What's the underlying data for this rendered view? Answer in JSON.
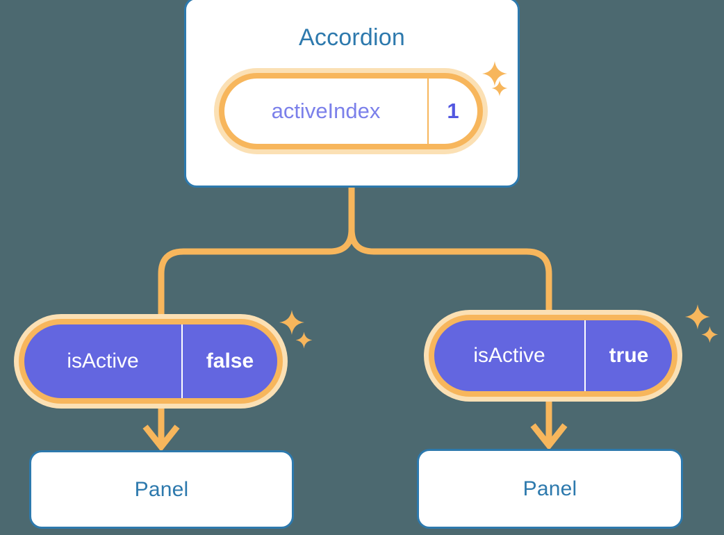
{
  "theme": {
    "background": "#4c6970",
    "card_border": "#2d79ad",
    "card_title": "#2d79ad",
    "card_fill": "#ffffff",
    "wire": "#f7b65c",
    "ring_solid": "#f7b65c",
    "ring_halo": "#fbe0b4",
    "pill_fill": "#6366e0",
    "pill_key_text_light": "#7b80ea",
    "pill_value_text_light": "#5257e0",
    "pill_text_on_fill": "#ffffff",
    "sparkle": "#f7b65c"
  },
  "diagram": {
    "type": "component-state-tree",
    "root": {
      "name": "parent-card",
      "title": "Accordion",
      "state_pill": {
        "key": "activeIndex",
        "value": "1",
        "style": "hollow",
        "highlighted": true
      }
    },
    "children": [
      {
        "name": "branch-left",
        "prop_pill": {
          "key": "isActive",
          "value": "false",
          "style": "filled",
          "highlighted": true
        },
        "panel": {
          "title": "Panel"
        }
      },
      {
        "name": "branch-right",
        "prop_pill": {
          "key": "isActive",
          "value": "true",
          "style": "filled",
          "highlighted": true
        },
        "panel": {
          "title": "Panel"
        }
      }
    ],
    "connectors": [
      {
        "name": "root-to-fork",
        "kind": "line"
      },
      {
        "name": "fork-to-left-pill",
        "kind": "elbow"
      },
      {
        "name": "fork-to-right-pill",
        "kind": "elbow"
      },
      {
        "name": "left-pill-to-panel",
        "kind": "arrow"
      },
      {
        "name": "right-pill-to-panel",
        "kind": "arrow"
      }
    ],
    "sparkle_clusters": [
      {
        "name": "sparkles-root-pill",
        "count": 2
      },
      {
        "name": "sparkles-left-pill",
        "count": 2
      },
      {
        "name": "sparkles-right-pill",
        "count": 2
      }
    ]
  }
}
